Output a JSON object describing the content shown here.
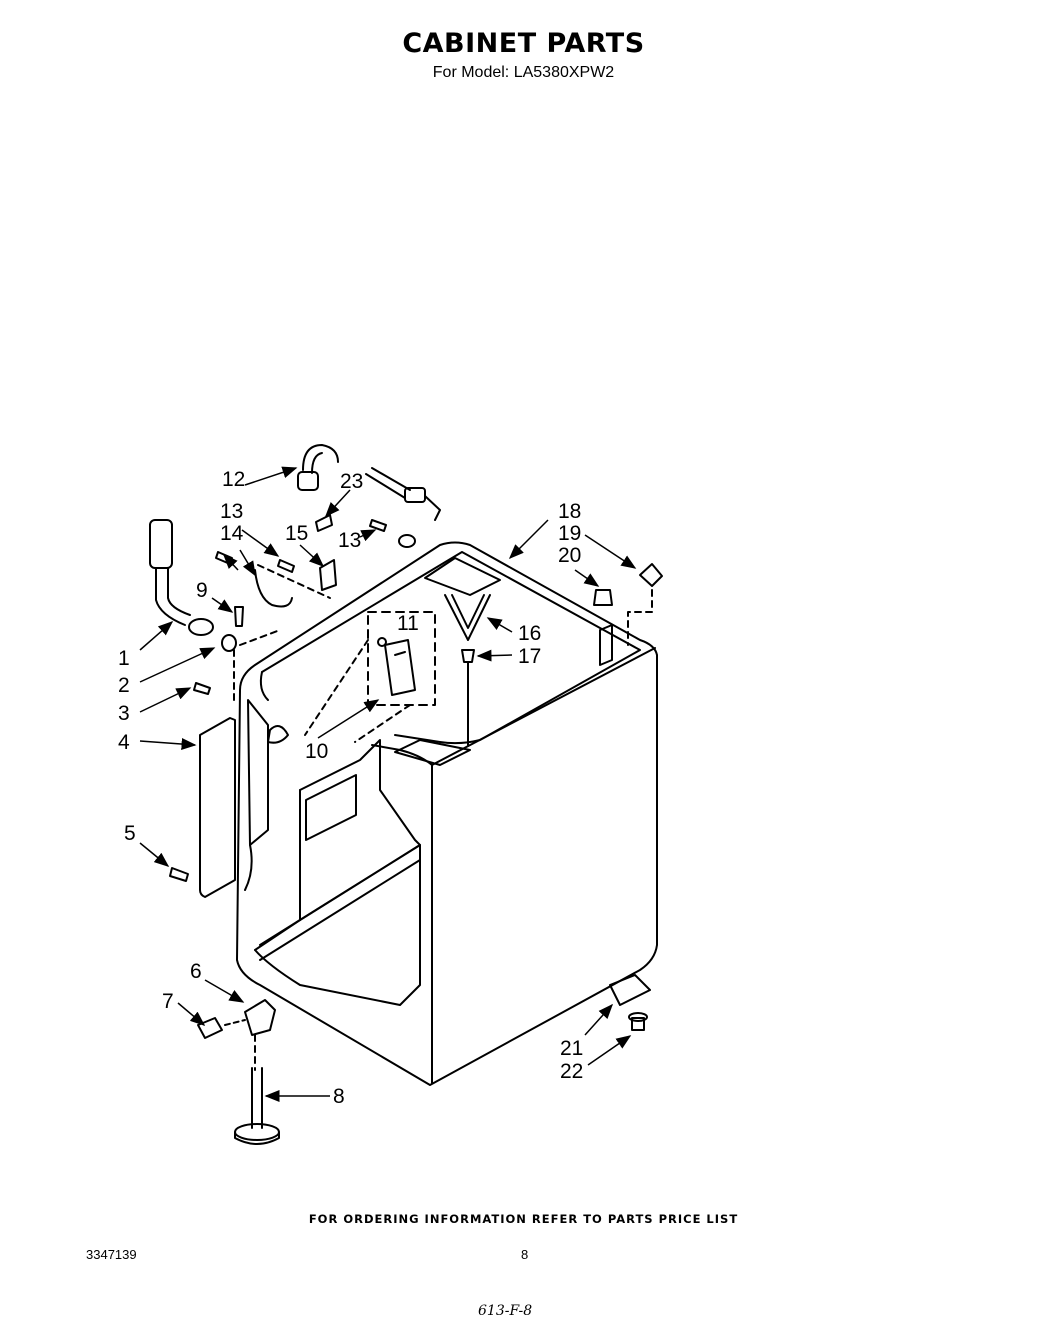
{
  "header": {
    "title": "CABINET PARTS",
    "subtitle": "For Model: LA5380XPW2"
  },
  "callouts": [
    {
      "id": "c1",
      "label": "1"
    },
    {
      "id": "c2",
      "label": "2"
    },
    {
      "id": "c3",
      "label": "3"
    },
    {
      "id": "c4",
      "label": "4"
    },
    {
      "id": "c5",
      "label": "5"
    },
    {
      "id": "c6",
      "label": "6"
    },
    {
      "id": "c7",
      "label": "7"
    },
    {
      "id": "c8",
      "label": "8"
    },
    {
      "id": "c9",
      "label": "9"
    },
    {
      "id": "c10",
      "label": "10"
    },
    {
      "id": "c11",
      "label": "11"
    },
    {
      "id": "c12",
      "label": "12"
    },
    {
      "id": "c13a",
      "label": "13"
    },
    {
      "id": "c13b",
      "label": "13"
    },
    {
      "id": "c14",
      "label": "14"
    },
    {
      "id": "c15",
      "label": "15"
    },
    {
      "id": "c16",
      "label": "16"
    },
    {
      "id": "c17",
      "label": "17"
    },
    {
      "id": "c18",
      "label": "18"
    },
    {
      "id": "c19",
      "label": "19"
    },
    {
      "id": "c20",
      "label": "20"
    },
    {
      "id": "c21",
      "label": "21"
    },
    {
      "id": "c22",
      "label": "22"
    },
    {
      "id": "c23",
      "label": "23"
    }
  ],
  "footer": {
    "ordering_note": "FOR ORDERING INFORMATION REFER TO PARTS PRICE LIST",
    "doc_number": "3347139",
    "page_number": "8",
    "handwritten_code": "613-F-8"
  }
}
